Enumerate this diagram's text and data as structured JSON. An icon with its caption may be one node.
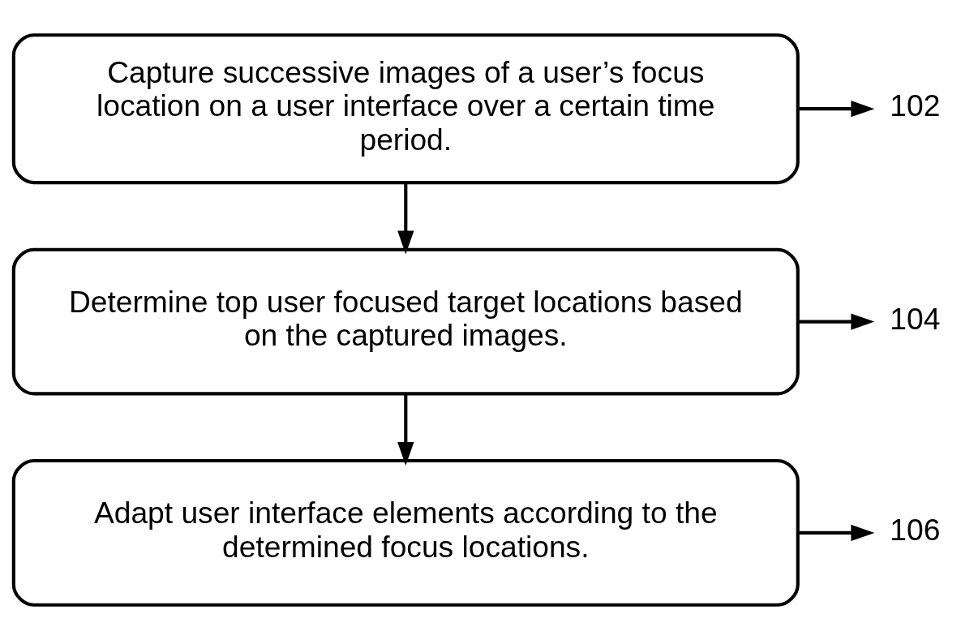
{
  "diagram": {
    "nodes": [
      {
        "text": [
          "Capture successive images of a user’s focus location on a user interface over a certain time period."
        ]
      },
      {
        "text": [
          "102"
        ]
      },
      {
        "text": [
          "Determine top user focused target locations based on the captured images."
        ]
      },
      {
        "text": [
          "104"
        ]
      },
      {
        "text": [
          "Adapt user interface elements according to the determined focus locations."
        ]
      },
      {
        "text": [
          "106"
        ]
      }
    ],
    "edges": [
      {
        "from": 0,
        "to": 2,
        "arrow": "to"
      },
      {
        "from": 2,
        "to": 4,
        "arrow": "to"
      },
      {
        "from": 0,
        "to": 1,
        "arrow": "to"
      },
      {
        "from": 2,
        "to": 3,
        "arrow": "to"
      },
      {
        "from": 4,
        "to": 5,
        "arrow": "to"
      }
    ]
  }
}
